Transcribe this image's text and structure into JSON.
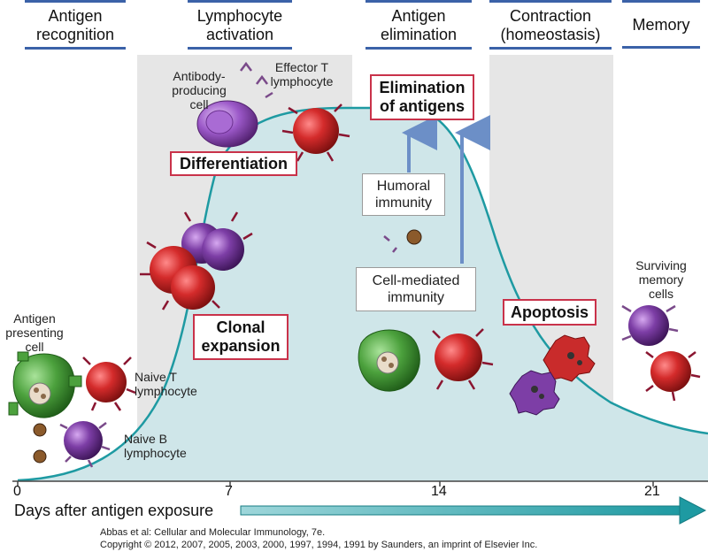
{
  "phases": [
    {
      "id": "recognition",
      "line1": "Antigen",
      "line2": "recognition"
    },
    {
      "id": "activation",
      "line1": "Lymphocyte",
      "line2": "activation"
    },
    {
      "id": "elimination",
      "line1": "Antigen",
      "line2": "elimination"
    },
    {
      "id": "contraction",
      "line1": "Contraction",
      "line2": "(homeostasis)"
    },
    {
      "id": "memory",
      "line1": "Memory",
      "line2": ""
    }
  ],
  "cell_labels": {
    "apc": [
      "Antigen",
      "presenting",
      "cell"
    ],
    "naive_t": [
      "Naive T",
      "lymphocyte"
    ],
    "naive_b": [
      "Naive B",
      "lymphocyte"
    ],
    "antibody_cell": [
      "Antibody-",
      "producing",
      "cell"
    ],
    "effector_t": [
      "Effector T",
      "lymphocyte"
    ],
    "memory": [
      "Surviving",
      "memory",
      "cells"
    ]
  },
  "process_boxes": {
    "differentiation": "Differentiation",
    "clonal": [
      "Clonal",
      "expansion"
    ],
    "elimination": [
      "Elimination",
      "of antigens"
    ],
    "apoptosis": "Apoptosis"
  },
  "immunity_boxes": {
    "humoral": [
      "Humoral",
      "immunity"
    ],
    "cell_mediated": [
      "Cell-mediated",
      "immunity"
    ]
  },
  "axis": {
    "ticks": [
      "0",
      "7",
      "14",
      "21"
    ],
    "label": "Days after antigen exposure"
  },
  "credits": {
    "line1": "Abbas et al: Cellular and Molecular Immunology, 7e.",
    "line2": "Copyright © 2012, 2007, 2005, 2003, 2000, 1997, 1994, 1991 by Saunders, an imprint of Elsevier Inc."
  },
  "colors": {
    "phase_bar": "#3b62a8",
    "shade": "#e6e6e6",
    "curve_fill": "#cfe6e9",
    "curve": "#1e9aa2",
    "box_border": "#c9324a",
    "t_cell": "#cc2a2a",
    "b_cell": "#7a3e9e",
    "apc": "#4ca13d",
    "arrow": "#6c8fc7"
  }
}
